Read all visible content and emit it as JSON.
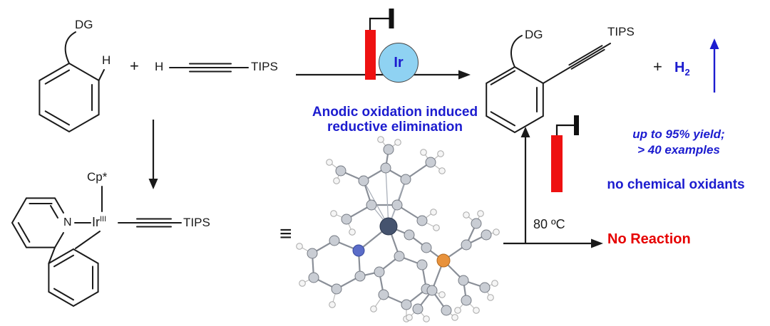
{
  "scheme": {
    "substrate": {
      "dg": "DG",
      "h": "H"
    },
    "plus_left": "+",
    "alkyne": {
      "h": "H",
      "tips": "TIPS"
    },
    "catalyst_label": "Ir",
    "conditions": {
      "line1": "Anodic oxidation induced",
      "line2": "reductive elimination"
    },
    "product": {
      "dg": "DG",
      "tips": "TIPS"
    },
    "plus_right": "+",
    "h2": {
      "symbol": "H",
      "subscript": "2"
    }
  },
  "results": {
    "yield_note_line1": "up to 95% yield;",
    "yield_note_line2": "> 40 examples",
    "oxidant_note": "no chemical oxidants",
    "temperature": "80 ºC",
    "no_reaction": "No Reaction"
  },
  "complex": {
    "cp_star": "Cp*",
    "nitrogen": "N",
    "metal": "Ir",
    "oxidation_state": "III",
    "tips": "TIPS",
    "equivalence_sign": "≡"
  },
  "colors": {
    "accent_blue": "#1c1ccf",
    "accent_red": "#e60000",
    "electrode_red": "#ee1111",
    "catalyst_circle_fill": "#8fd2f2",
    "structure_black": "#1a1a1a"
  }
}
